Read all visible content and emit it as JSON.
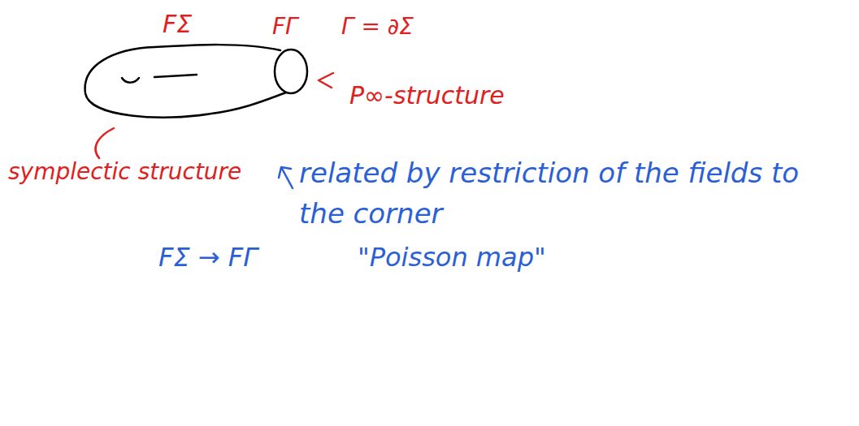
{
  "diagram": {
    "labels": [
      "FΣ",
      "FΓ",
      "Γ = ∂Σ",
      "P∞-structure",
      "symplectic structure",
      "related by restriction of the fields to the corner",
      "FΣ → FΓ",
      "\"Poisson map\""
    ]
  }
}
